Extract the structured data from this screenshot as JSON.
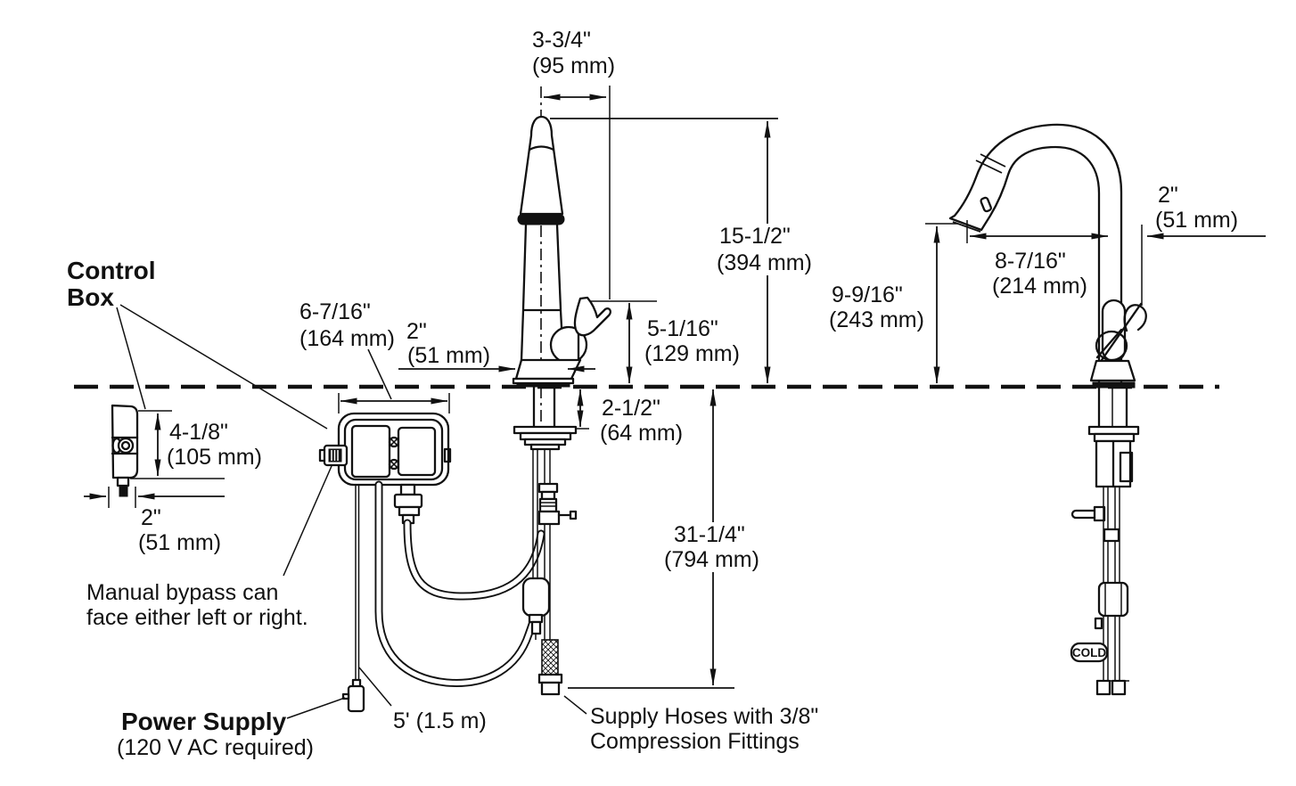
{
  "labels": {
    "control_box_line1": "Control",
    "control_box_line2": "Box",
    "manual_bypass_line1": "Manual bypass can",
    "manual_bypass_line2": "face either left or right.",
    "power_supply_title": "Power Supply",
    "power_supply_note": "(120 V AC required)",
    "power_cord_length": "5' (1.5 m)",
    "supply_hoses_line1": "Supply Hoses with 3/8\"",
    "supply_hoses_line2": "Compression Fittings",
    "cold_tag": "COLD"
  },
  "dimensions": {
    "spout_offset": {
      "in": "3-3/4\"",
      "mm": "(95 mm)"
    },
    "spout_height": {
      "in": "15-1/2\"",
      "mm": "(394 mm)"
    },
    "handle_height": {
      "in": "5-1/16\"",
      "mm": "(129 mm)"
    },
    "faucet_body_width": {
      "in": "2\"",
      "mm": "(51 mm)"
    },
    "control_box_width": {
      "in": "6-7/16\"",
      "mm": "(164 mm)"
    },
    "shank_depth": {
      "in": "2-1/2\"",
      "mm": "(64 mm)"
    },
    "hose_drop": {
      "in": "31-1/4\"",
      "mm": "(794 mm)"
    },
    "control_box_height": {
      "in": "4-1/8\"",
      "mm": "(105 mm)"
    },
    "control_box_depth": {
      "in": "2\"",
      "mm": "(51 mm)"
    },
    "spout_reach": {
      "in": "8-7/16\"",
      "mm": "(214 mm)"
    },
    "spout_clearance": {
      "in": "9-9/16\"",
      "mm": "(243 mm)"
    },
    "handle_offset": {
      "in": "2\"",
      "mm": "(51 mm)"
    }
  }
}
